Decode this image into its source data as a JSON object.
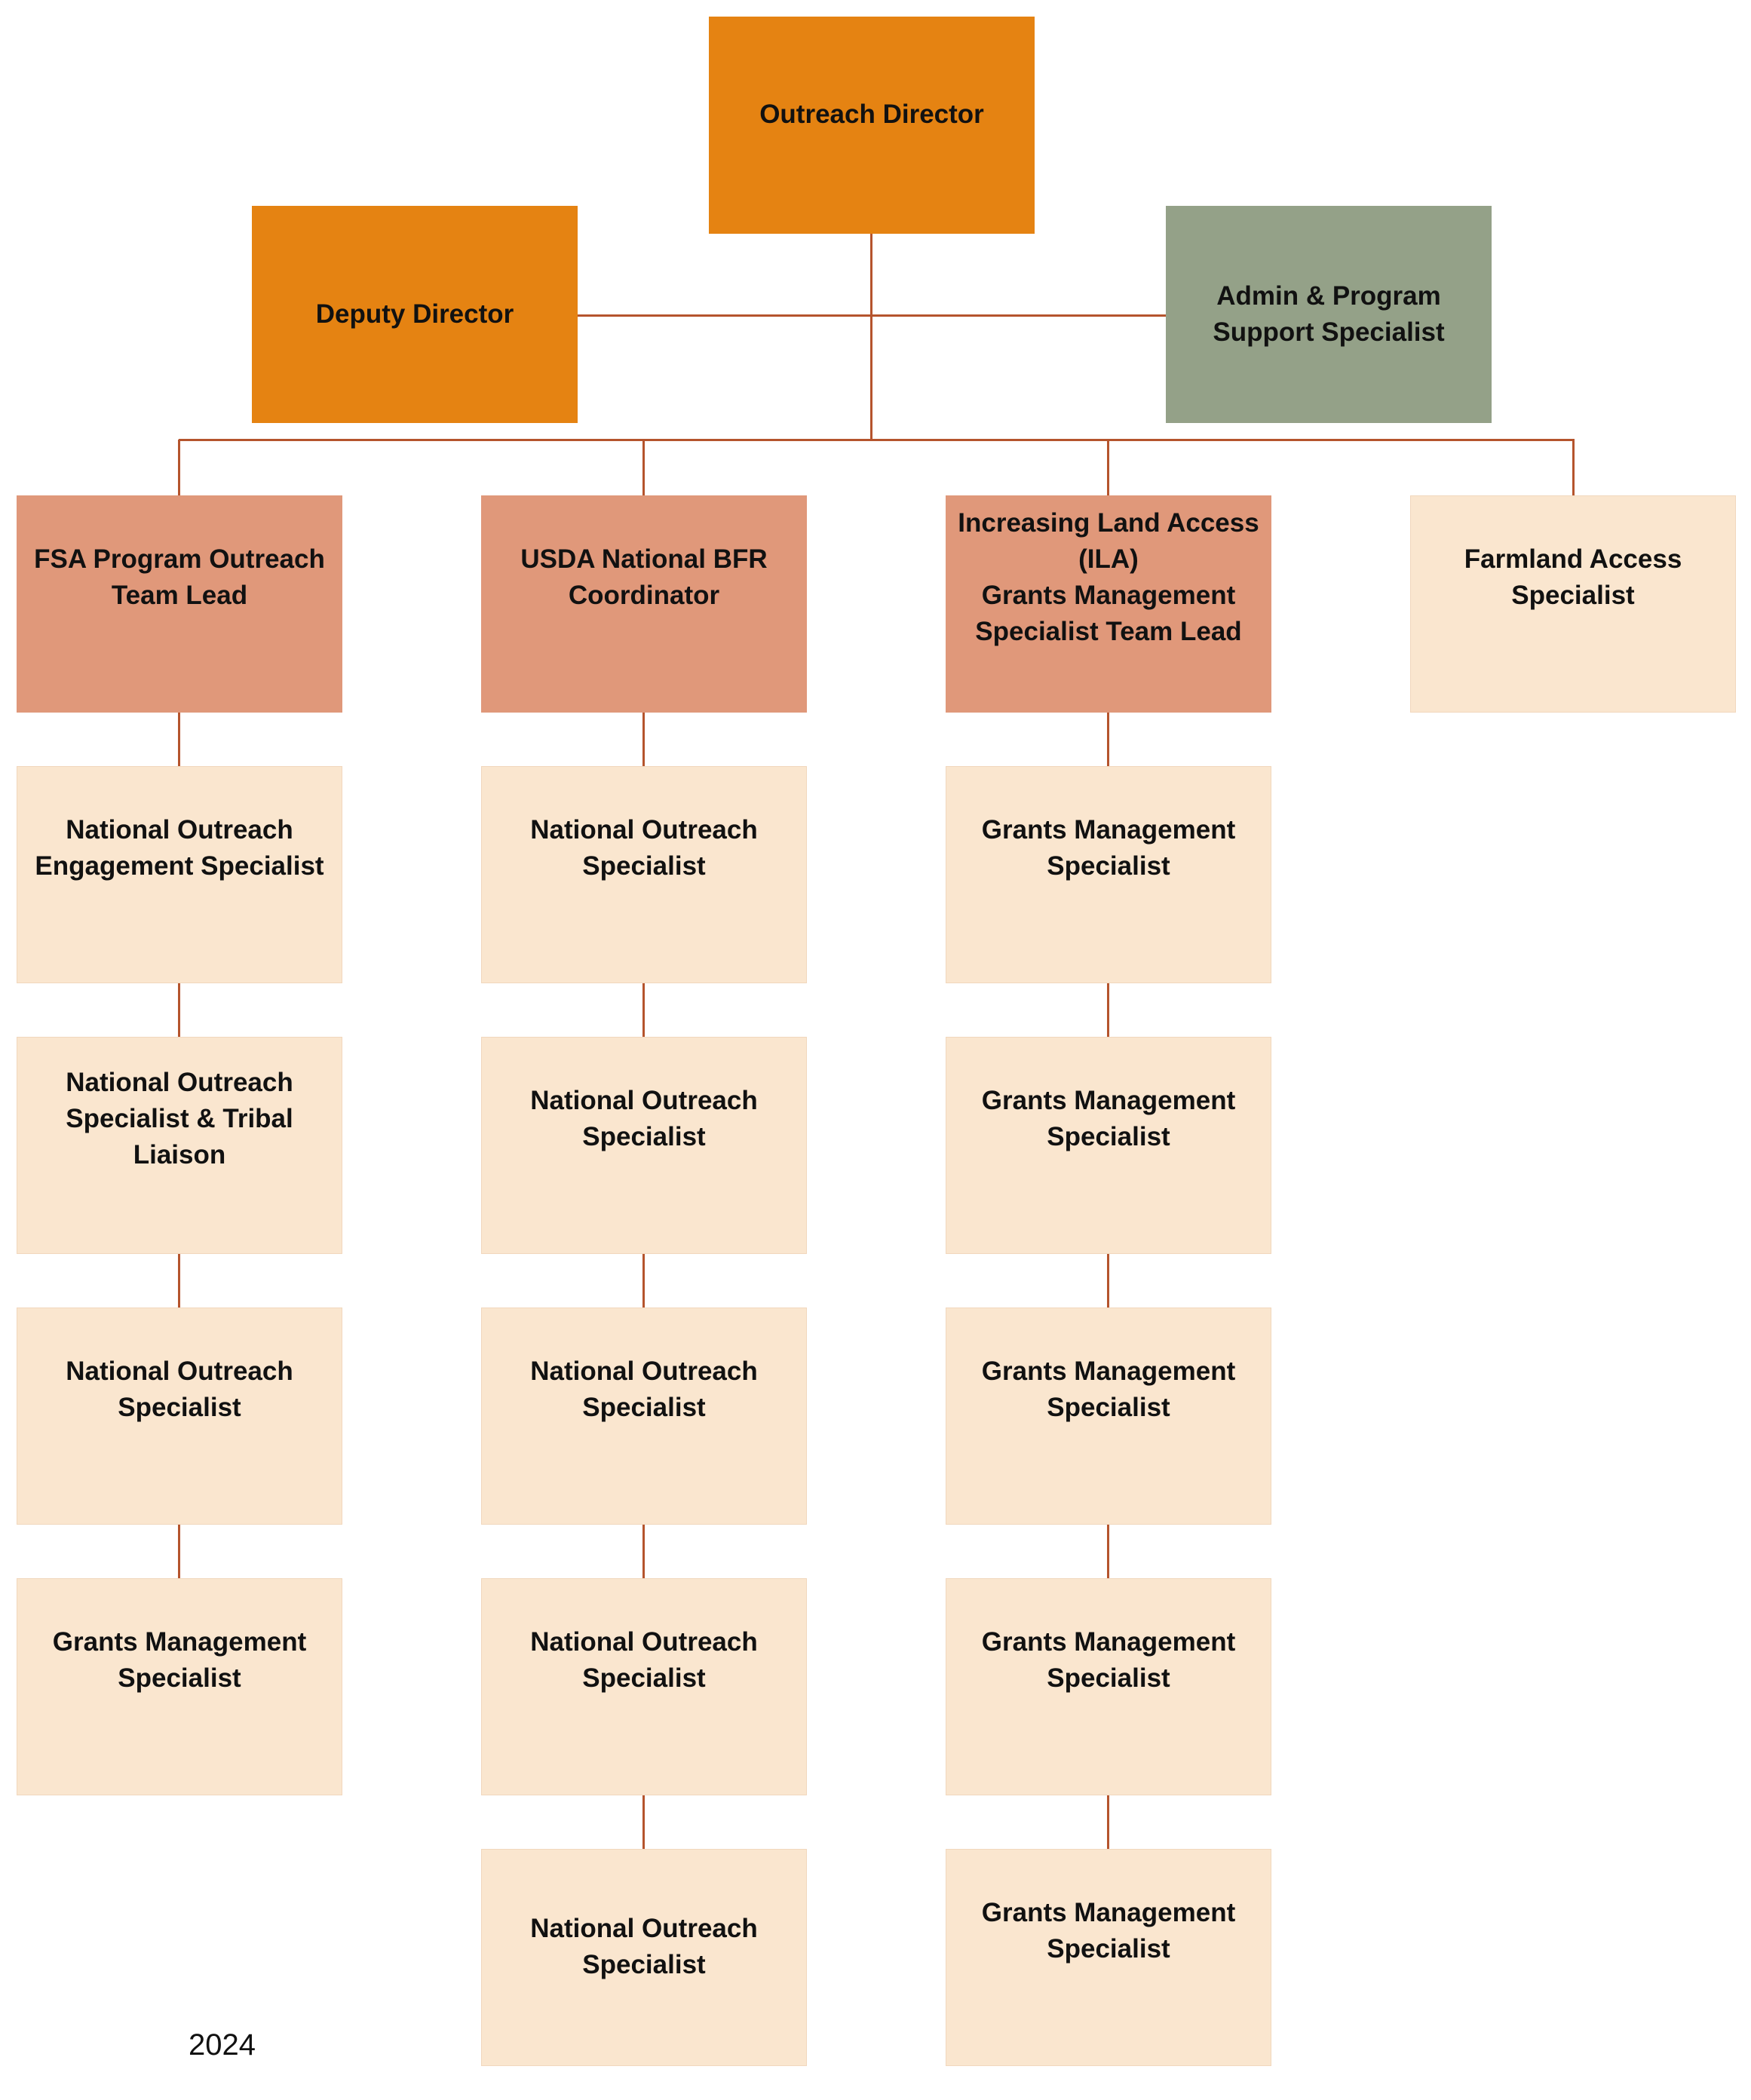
{
  "chart": {
    "year": "2024",
    "colors": {
      "director": "#e58312",
      "admin": "#94a188",
      "team_lead": "#e0987a",
      "staff": "#fae6cf",
      "connector": "#b5542d"
    },
    "director": {
      "label": "Outreach Director"
    },
    "deputy": {
      "label": "Deputy Director"
    },
    "admin": {
      "label": "Admin & Program\nSupport  Specialist"
    },
    "columns": [
      {
        "lead": "FSA Program Outreach\nTeam Lead",
        "staff": [
          "National Outreach\nEngagement Specialist",
          "National Outreach\nSpecialist & Tribal\nLiaison",
          "National Outreach\nSpecialist",
          "Grants Management\nSpecialist"
        ]
      },
      {
        "lead": "USDA National BFR\nCoordinator",
        "staff": [
          "National Outreach\nSpecialist",
          "National Outreach\nSpecialist",
          "National Outreach\nSpecialist",
          "National Outreach\nSpecialist",
          "National Outreach\nSpecialist"
        ]
      },
      {
        "lead": "Increasing Land Access\n(ILA)\nGrants Management\nSpecialist Team Lead",
        "staff": [
          "Grants Management\nSpecialist",
          "Grants Management\nSpecialist",
          "Grants Management\nSpecialist",
          "Grants Management\nSpecialist",
          "Grants Management\nSpecialist"
        ]
      },
      {
        "lead": "Farmland Access\nSpecialist",
        "staff": []
      }
    ]
  }
}
